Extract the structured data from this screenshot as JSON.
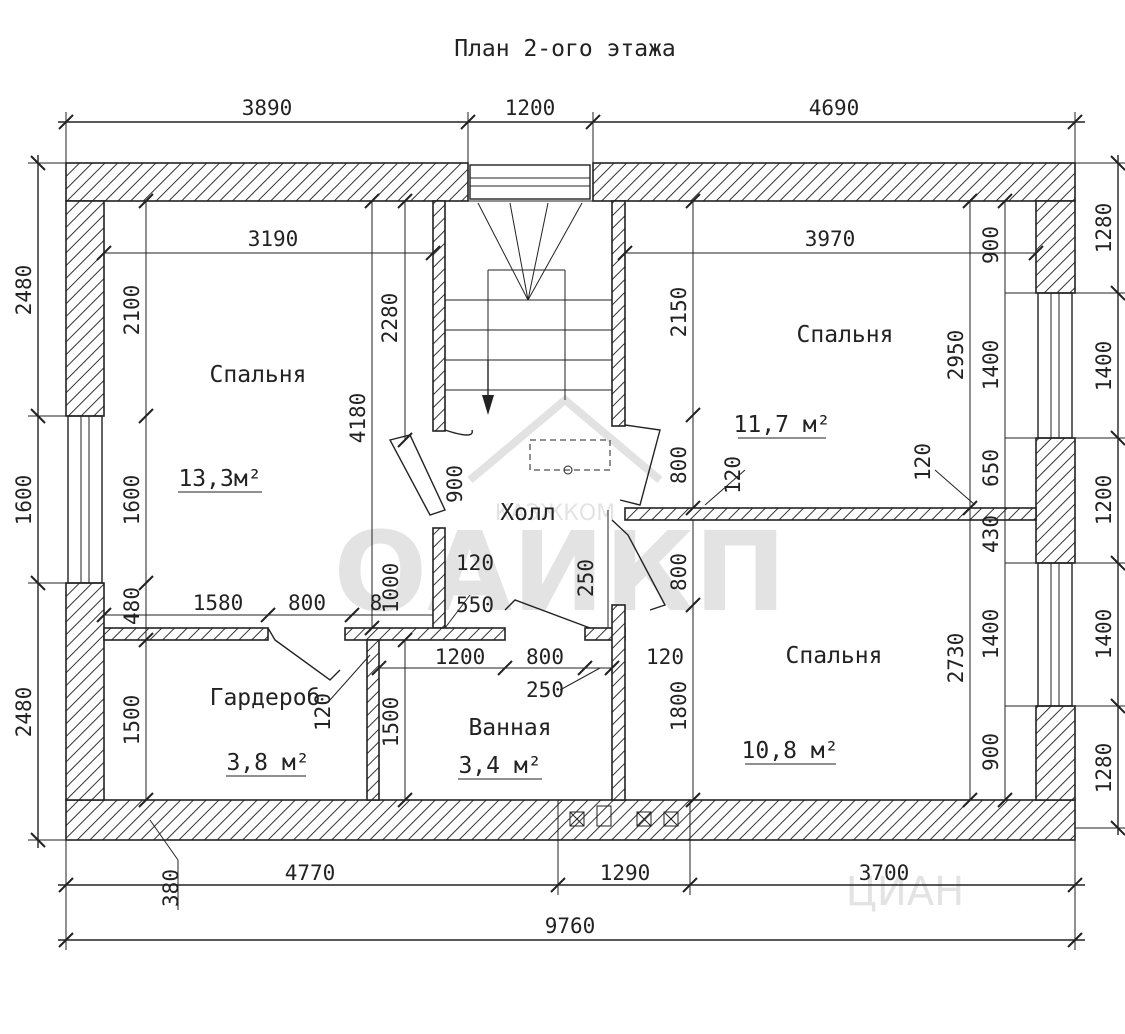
{
  "title": "План 2-ого этажа",
  "rooms": [
    {
      "name": "Спальня",
      "area": "13,3м²"
    },
    {
      "name": "Спальня",
      "area": "11,7 м²"
    },
    {
      "name": "Спальня",
      "area": "10,8 м²"
    },
    {
      "name": "Холл",
      "area": ""
    },
    {
      "name": "Гардероб",
      "area": "3,8 м²"
    },
    {
      "name": "Ванная",
      "area": "3,4 м²"
    }
  ],
  "dims": {
    "top": [
      "3890",
      "1200",
      "4690"
    ],
    "bottom": [
      "4770",
      "1290",
      "3700"
    ],
    "overall": "9760",
    "left_outer": [
      "2480",
      "1600",
      "2480"
    ],
    "right_outer": [
      "1280",
      "1400",
      "1200",
      "1400",
      "1280"
    ],
    "inner": {
      "d3190": "3190",
      "d3970": "3970",
      "d2100": "2100",
      "d1600": "1600",
      "d480": "480",
      "d1500a": "1500",
      "d2280": "2280",
      "d4180": "4180",
      "d900a": "900",
      "d1000": "1000",
      "d120a": "120",
      "d550": "550",
      "d1580": "1580",
      "d800a": "800",
      "d8": "8",
      "d1200": "1200",
      "d800b": "800",
      "d250a": "250",
      "d120b": "120",
      "d1500b": "1500",
      "d120c": "120",
      "d2150": "2150",
      "d800c": "800",
      "d250b": "250",
      "d800d": "800",
      "d1800": "1800",
      "d120d": "120",
      "d120e": "120",
      "d2950": "2950",
      "d900b": "900",
      "d1400a": "1400",
      "d650": "650",
      "d430": "430",
      "d2730": "2730",
      "d1400b": "1400",
      "d900c": "900",
      "d380": "380"
    }
  },
  "watermark": {
    "brand": "ОАИКП",
    "sub": "КАЗЖКОМ",
    "site": "ЦИАН"
  }
}
